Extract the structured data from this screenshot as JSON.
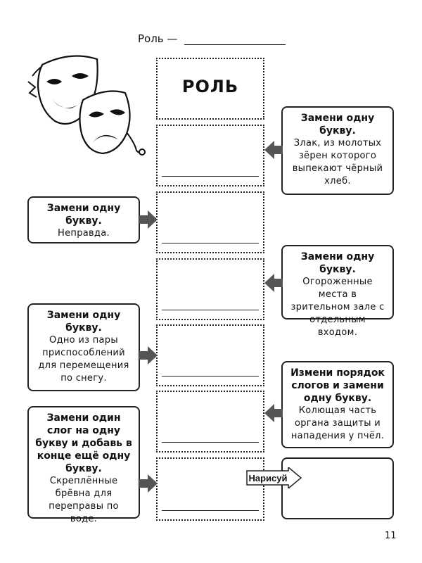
{
  "header": {
    "label": "Роль —"
  },
  "grid": {
    "title": "РОЛЬ"
  },
  "clues": [
    {
      "title": "Замени одну букву.",
      "text": "Злак, из молотых зёрен которого выпекают чёрный хлеб."
    },
    {
      "title": "Замени одну букву.",
      "text": "Неправда."
    },
    {
      "title": "Замени одну букву.",
      "text": "Огороженные места в зрительном зале с отдельным входом."
    },
    {
      "title": "Замени одну букву.",
      "text": "Одно из пары приспособлений для перемещения по снегу."
    },
    {
      "title": "Измени порядок слогов и замени одну букву.",
      "text": "Колющая часть органа защиты и нападения у пчёл."
    },
    {
      "title": "Замени один слог на одну букву и добавь в конце ещё одну букву.",
      "text": "Скреплённые брёвна для переправы по воде."
    }
  ],
  "draw": {
    "label": "Нарисуй"
  },
  "page_number": "11",
  "icons": {
    "masks": "theater-masks-icon",
    "arrow": "arrow-icon"
  }
}
